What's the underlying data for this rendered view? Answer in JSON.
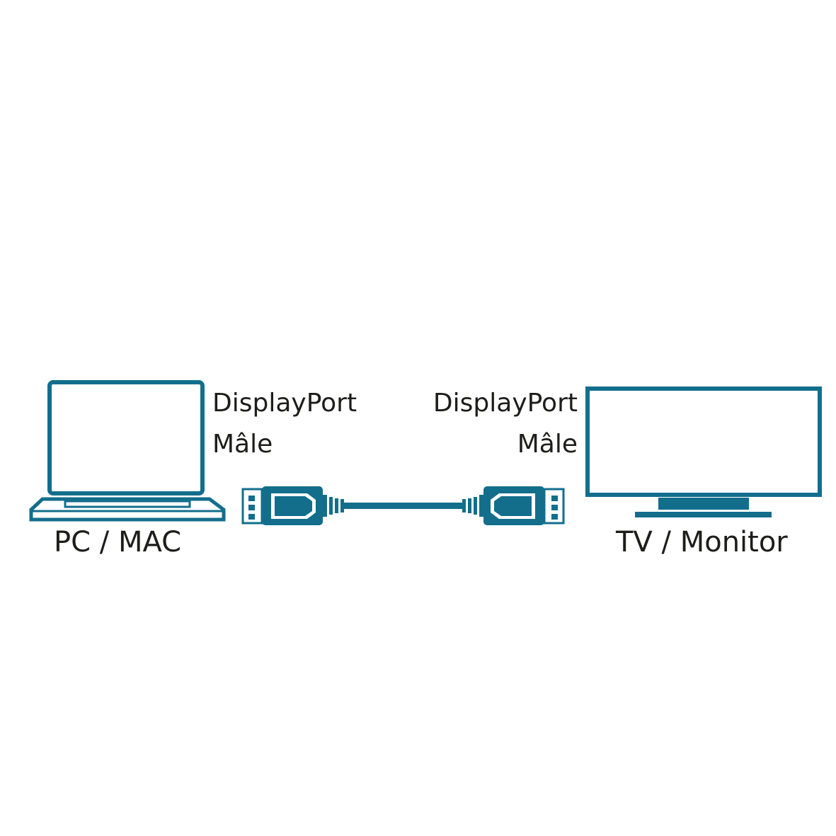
{
  "colors": {
    "accent": "#136e8c",
    "text": "#1d1d1b",
    "background": "#ffffff"
  },
  "left_connector": {
    "line1": "DisplayPort",
    "line2": "Mâle"
  },
  "right_connector": {
    "line1": "DisplayPort",
    "line2": "Mâle"
  },
  "left_device": {
    "label": "PC / MAC",
    "icon": "laptop-icon"
  },
  "right_device": {
    "label": "TV / Monitor",
    "icon": "monitor-icon"
  },
  "cable": {
    "icon": "displayport-cable-icon"
  }
}
